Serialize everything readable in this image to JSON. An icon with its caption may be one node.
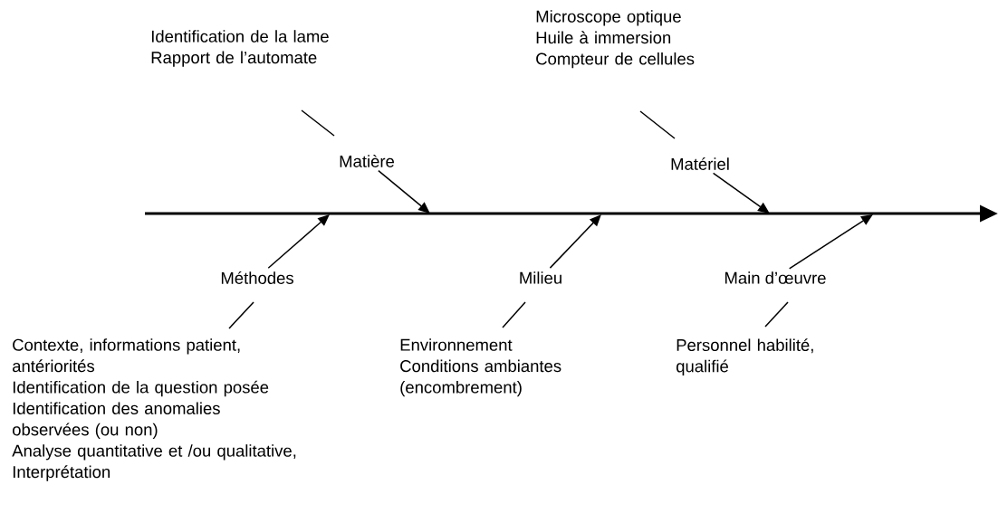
{
  "diagram": {
    "nodes": [
      {
        "text": [
          "Identification de la lame",
          "Rapport de l’automate"
        ]
      },
      {
        "text": [
          "Matière"
        ]
      },
      {
        "text": [
          "Microscope optique",
          "Huile à immersion",
          "Compteur de cellules"
        ]
      },
      {
        "text": [
          "Matériel"
        ]
      },
      {
        "text": [
          "Méthodes"
        ]
      },
      {
        "text": [
          "Contexte, informations patient, antériorités",
          "Identification de la question posée",
          "Identification des anomalies observées (ou non)",
          "Analyse quantitative et /ou qualitative, Interprétation"
        ]
      },
      {
        "text": [
          "Milieu"
        ]
      },
      {
        "text": [
          "Environnement",
          "Conditions ambiantes (encombrement)"
        ]
      },
      {
        "text": [
          "Main d’œuvre"
        ]
      },
      {
        "text": [
          "Personnel habilité, qualifié"
        ]
      }
    ],
    "edges": [
      {
        "from": 0,
        "to": 1,
        "arrow": "none"
      },
      {
        "from": 1,
        "to": null,
        "arrow": "to"
      },
      {
        "from": 2,
        "to": 3,
        "arrow": "none"
      },
      {
        "from": 3,
        "to": null,
        "arrow": "to"
      },
      {
        "from": 5,
        "to": 4,
        "arrow": "none"
      },
      {
        "from": 4,
        "to": null,
        "arrow": "to"
      },
      {
        "from": 7,
        "to": 6,
        "arrow": "none"
      },
      {
        "from": 6,
        "to": null,
        "arrow": "to"
      },
      {
        "from": 9,
        "to": 8,
        "arrow": "none"
      },
      {
        "from": 8,
        "to": null,
        "arrow": "to"
      }
    ]
  }
}
